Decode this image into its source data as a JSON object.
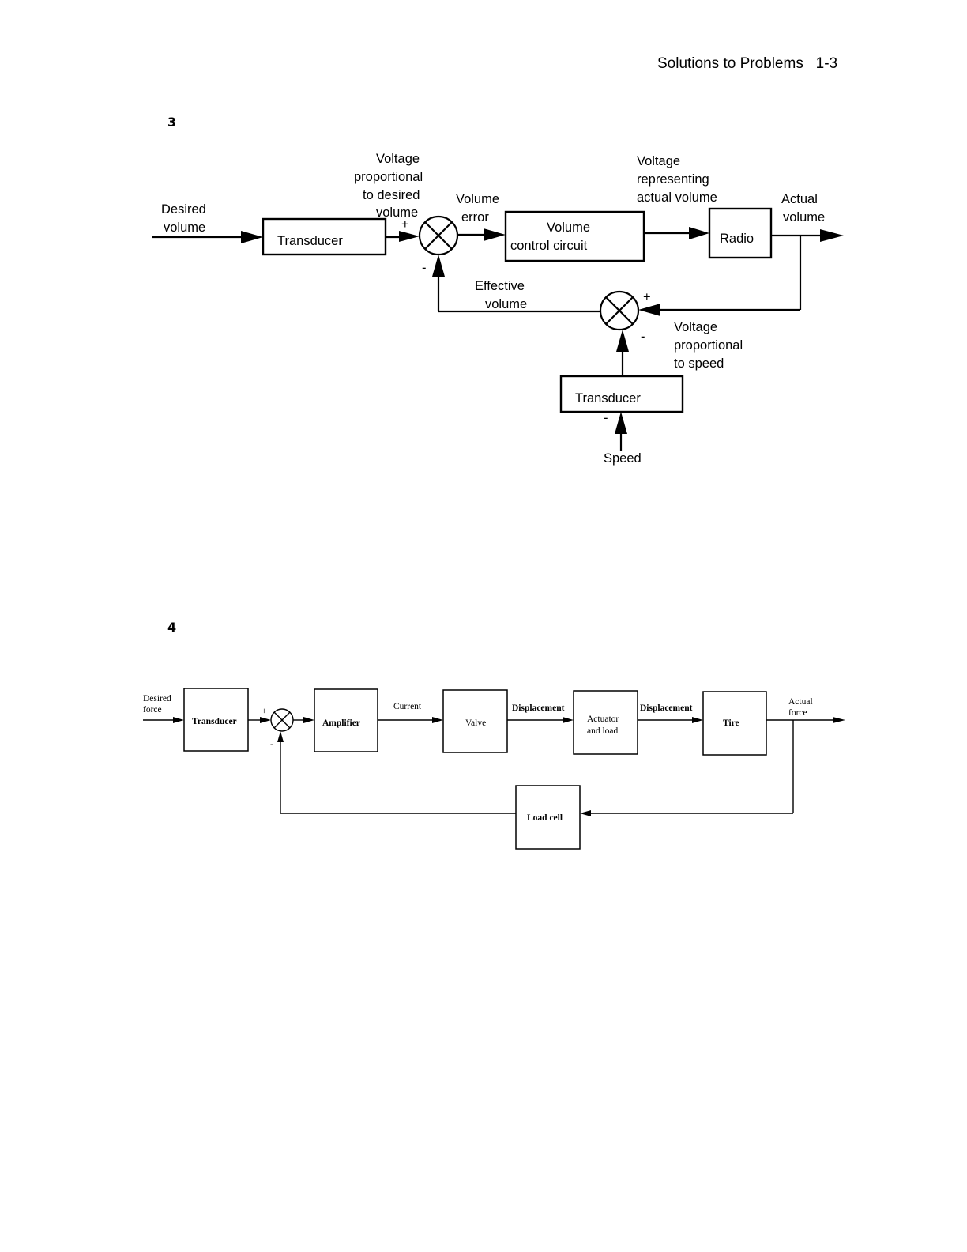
{
  "header": {
    "text": "Solutions to Problems   1-3"
  },
  "problem3": {
    "number": "3",
    "desired_volume": [
      "Desired",
      "volume"
    ],
    "transducer": "Transducer",
    "v_desired": [
      "Voltage",
      "proportional",
      "to desired",
      "volume"
    ],
    "volume_error": [
      "Volume",
      "error"
    ],
    "volume_control": [
      "Volume",
      "control circuit"
    ],
    "v_actual": [
      "Voltage",
      "representing",
      "actual volume"
    ],
    "radio": "Radio",
    "actual_volume": [
      "Actual",
      "volume"
    ],
    "effective_volume": [
      "Effective",
      "volume"
    ],
    "v_speed": [
      "Voltage",
      "proportional",
      "to speed"
    ],
    "transducer2": "Transducer",
    "speed": "Speed",
    "plus": "+",
    "minus": "-"
  },
  "problem4": {
    "number": "4",
    "desired_force": [
      "Desired",
      "force"
    ],
    "transducer": "Transducer",
    "amplifier": "Amplifier",
    "current": "Current",
    "valve": "Valve",
    "displacement1": "Displacement",
    "actuator": [
      "Actuator",
      "and load"
    ],
    "displacement2": "Displacement",
    "tire": "Tire",
    "actual_force": [
      "Actual",
      "force"
    ],
    "load_cell": "Load cell",
    "plus": "+",
    "minus": "-"
  }
}
